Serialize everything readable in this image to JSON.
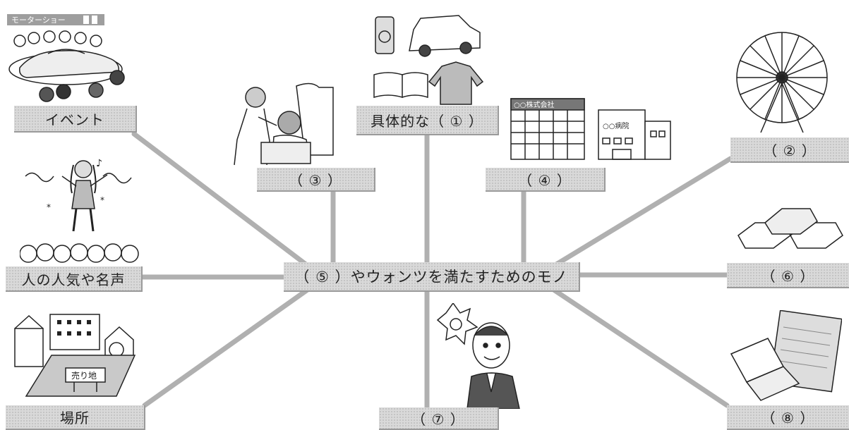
{
  "center": {
    "label": "（ ⑤ ）やウォンツを満たすためのモノ"
  },
  "nodes": {
    "event": "イベント",
    "popularity": "人の人気や名声",
    "place": "場所",
    "concrete": "具体的な（ ① ）",
    "blank2": "（ ② ）",
    "blank3": "（ ③ ）",
    "blank4": "（ ④ ）",
    "blank6": "（ ⑥ ）",
    "blank7": "（ ⑦ ）",
    "blank8": "（ ⑧ ）"
  },
  "illustrations": {
    "motorshow_banner": "モーターショー",
    "company_sign": "○○株式会社",
    "hospital_sign": "○○病院",
    "sale_sign": "売り地"
  },
  "colors": {
    "box": "#d9d9d9",
    "line": "#b8b8b8",
    "ink": "#222222"
  }
}
